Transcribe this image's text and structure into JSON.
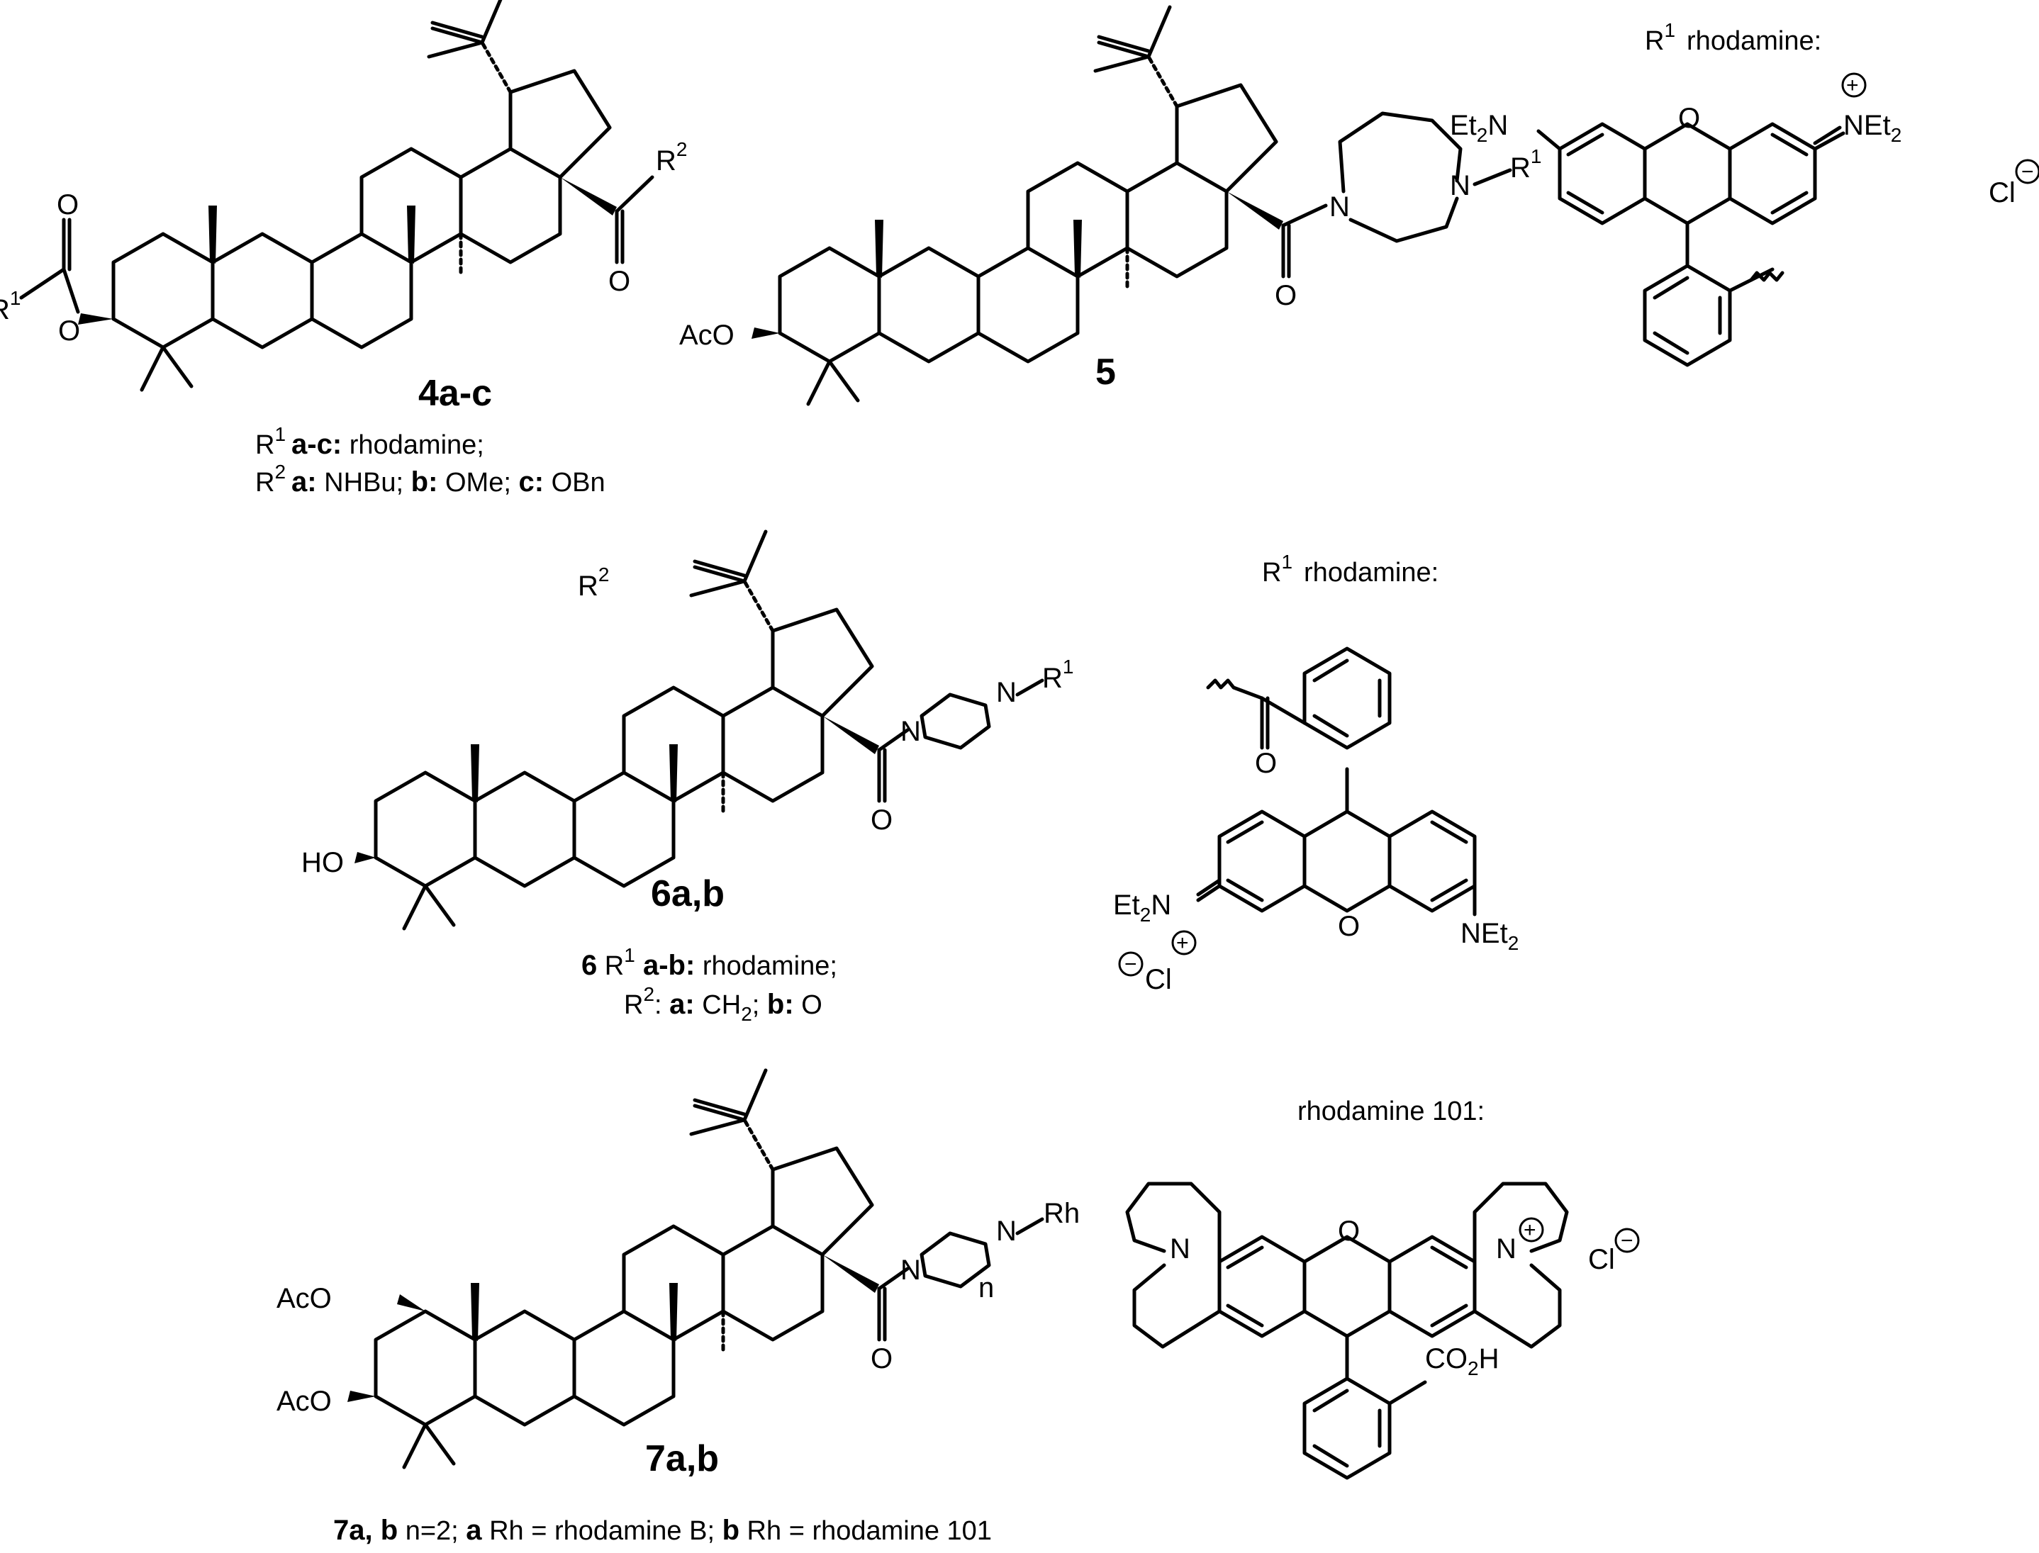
{
  "structures": {
    "s4": {
      "r2": "R",
      "r2_sup": "2",
      "o_keto": "O",
      "o_ester": "O",
      "o_ring": "O",
      "r1": "R",
      "r1_sup": "1",
      "label": "4a-c",
      "cap1_r": "R",
      "cap1_sup": "1",
      "cap1_bold": "a-c:",
      "cap1_rest": " rhodamine;",
      "cap2_r": "R",
      "cap2_sup": "2",
      "cap2_a": "a:",
      "cap2_a_val": " NHBu; ",
      "cap2_b": "b:",
      "cap2_b_val": " OMe; ",
      "cap2_c": "c:",
      "cap2_c_val": " OBn"
    },
    "s5": {
      "n1": "N",
      "n2": "N",
      "r1": "R",
      "r1_sup": "1",
      "o_keto": "O",
      "aco": "AcO",
      "label": "5"
    },
    "rhoA": {
      "title_r": "R",
      "title_sup": "1",
      "title_rest": "rhodamine:",
      "et2n_left": "Et",
      "et2n_left_sub": "2",
      "et2n_left_n": "N",
      "o_ring": "O",
      "n_plus": "NEt",
      "n_plus_sub": "2",
      "plus": "+",
      "cl": "Cl",
      "minus": "−"
    },
    "s6": {
      "r2": "R",
      "r2_sup": "2",
      "n1": "N",
      "n2": "N",
      "r1": "R",
      "r1_sup": "1",
      "o_keto": "O",
      "ho": "HO",
      "label": "6a,b",
      "cap1_num": "6",
      "cap1_r": " R",
      "cap1_sup": "1",
      "cap1_bold": " a-b:",
      "cap1_rest": " rhodamine;",
      "cap2_r": "R",
      "cap2_sup": "2",
      "cap2_colon": ": ",
      "cap2_a": "a:",
      "cap2_a_val": " CH",
      "cap2_a_sub": "2",
      "cap2_sep": "; ",
      "cap2_b": "b:",
      "cap2_b_val": " O"
    },
    "rhoB": {
      "title_r": "R",
      "title_sup": "1",
      "title_rest": "rhodamine:",
      "o_keto": "O",
      "o_ring": "O",
      "et2n_left": "Et",
      "et2n_left_sub": "2",
      "et2n_left_n": "N",
      "net2_right": "NEt",
      "net2_right_sub": "2",
      "plus": "+",
      "minus": "−",
      "cl": "Cl"
    },
    "s7": {
      "n1": "N",
      "n2": "N",
      "rh": "Rh",
      "n_sub": "n",
      "o_keto": "O",
      "aco1": "AcO",
      "aco2": "AcO",
      "label": "7a,b",
      "cap_bold1": "7a, b",
      "cap_t1": " n=2; ",
      "cap_bold2": "a",
      "cap_t2": " Rh = rhodamine B; ",
      "cap_bold3": "b",
      "cap_t3": " Rh = rhodamine 101"
    },
    "rho101": {
      "title": "rhodamine 101:",
      "n_left": "N",
      "n_right": "N",
      "o_ring": "O",
      "plus": "+",
      "cl": "Cl",
      "minus": "−",
      "co2h": "CO",
      "co2h_sub": "2",
      "co2h_h": "H"
    }
  }
}
